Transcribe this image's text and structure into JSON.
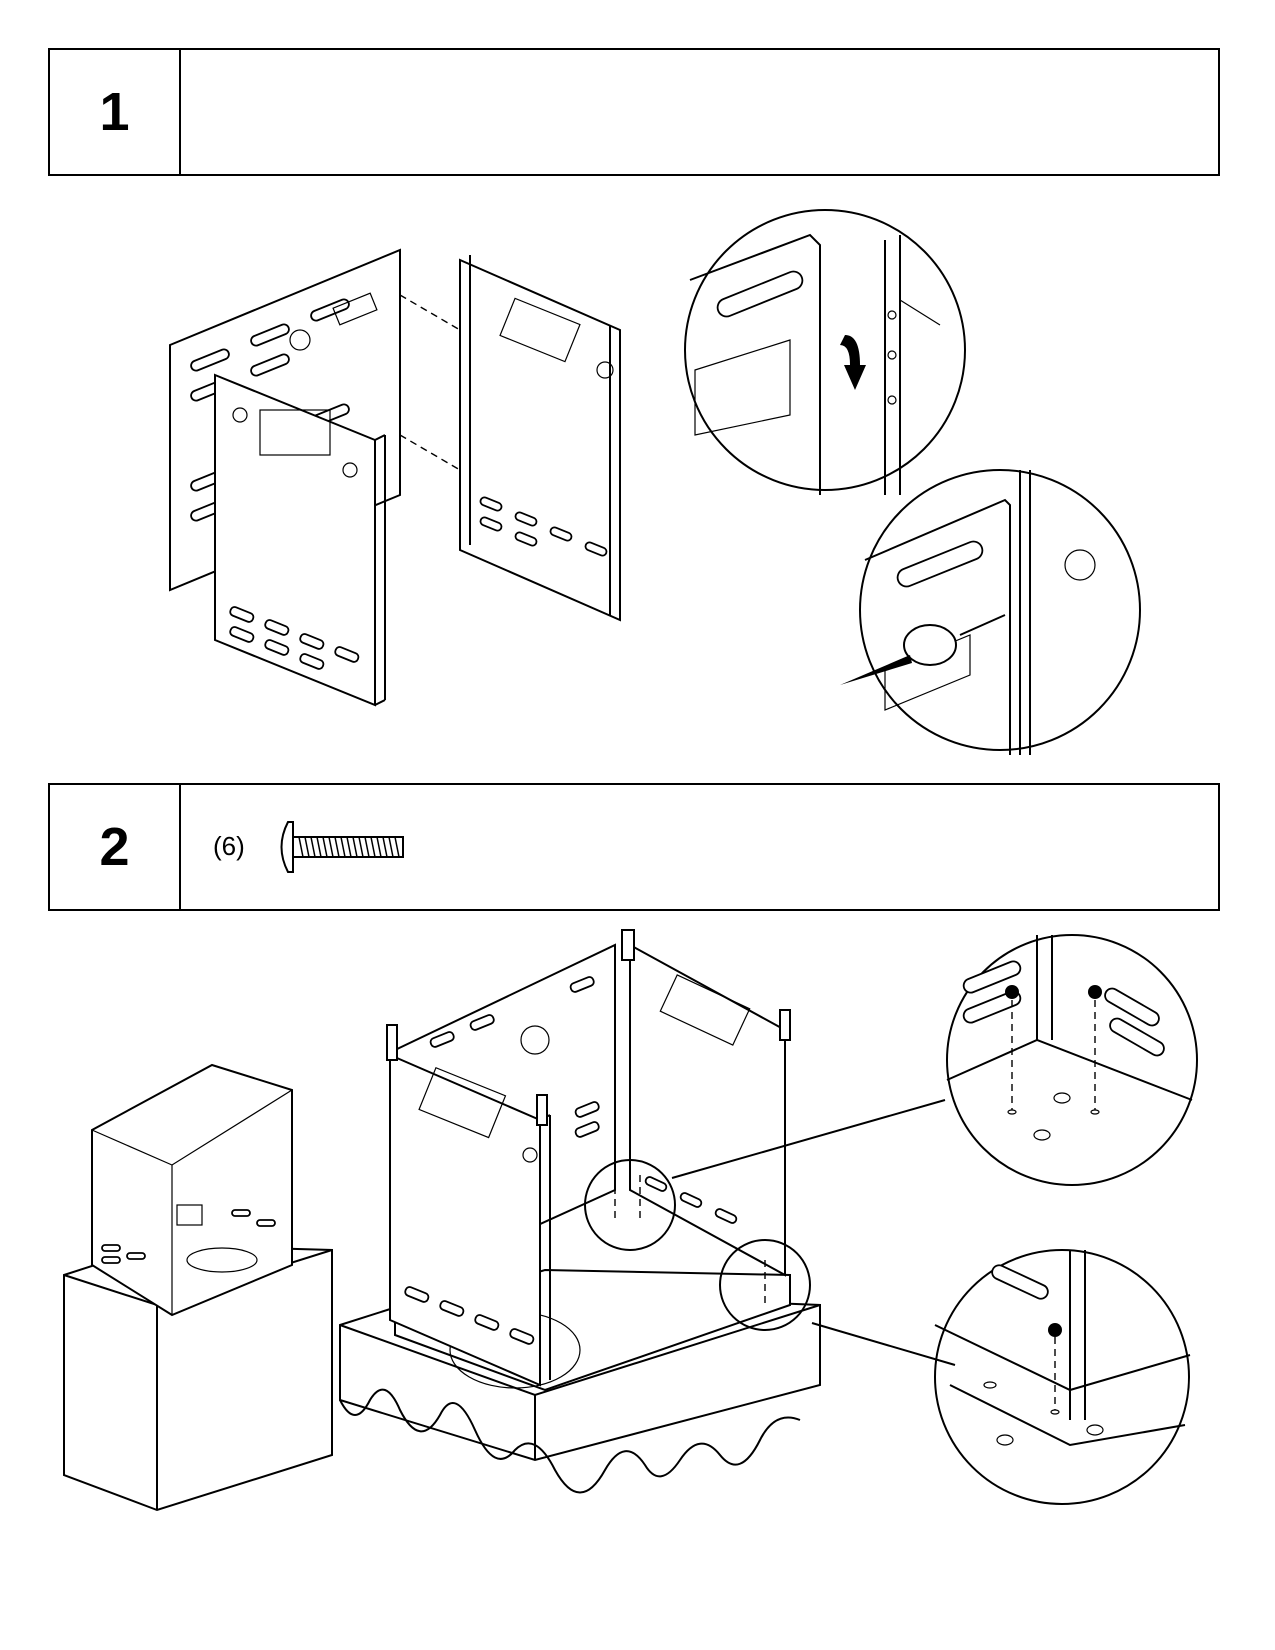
{
  "steps": [
    {
      "number": "1",
      "hardware_qty": ""
    },
    {
      "number": "2",
      "hardware_qty": "(6)",
      "hardware_icon": "screw-icon"
    }
  ]
}
